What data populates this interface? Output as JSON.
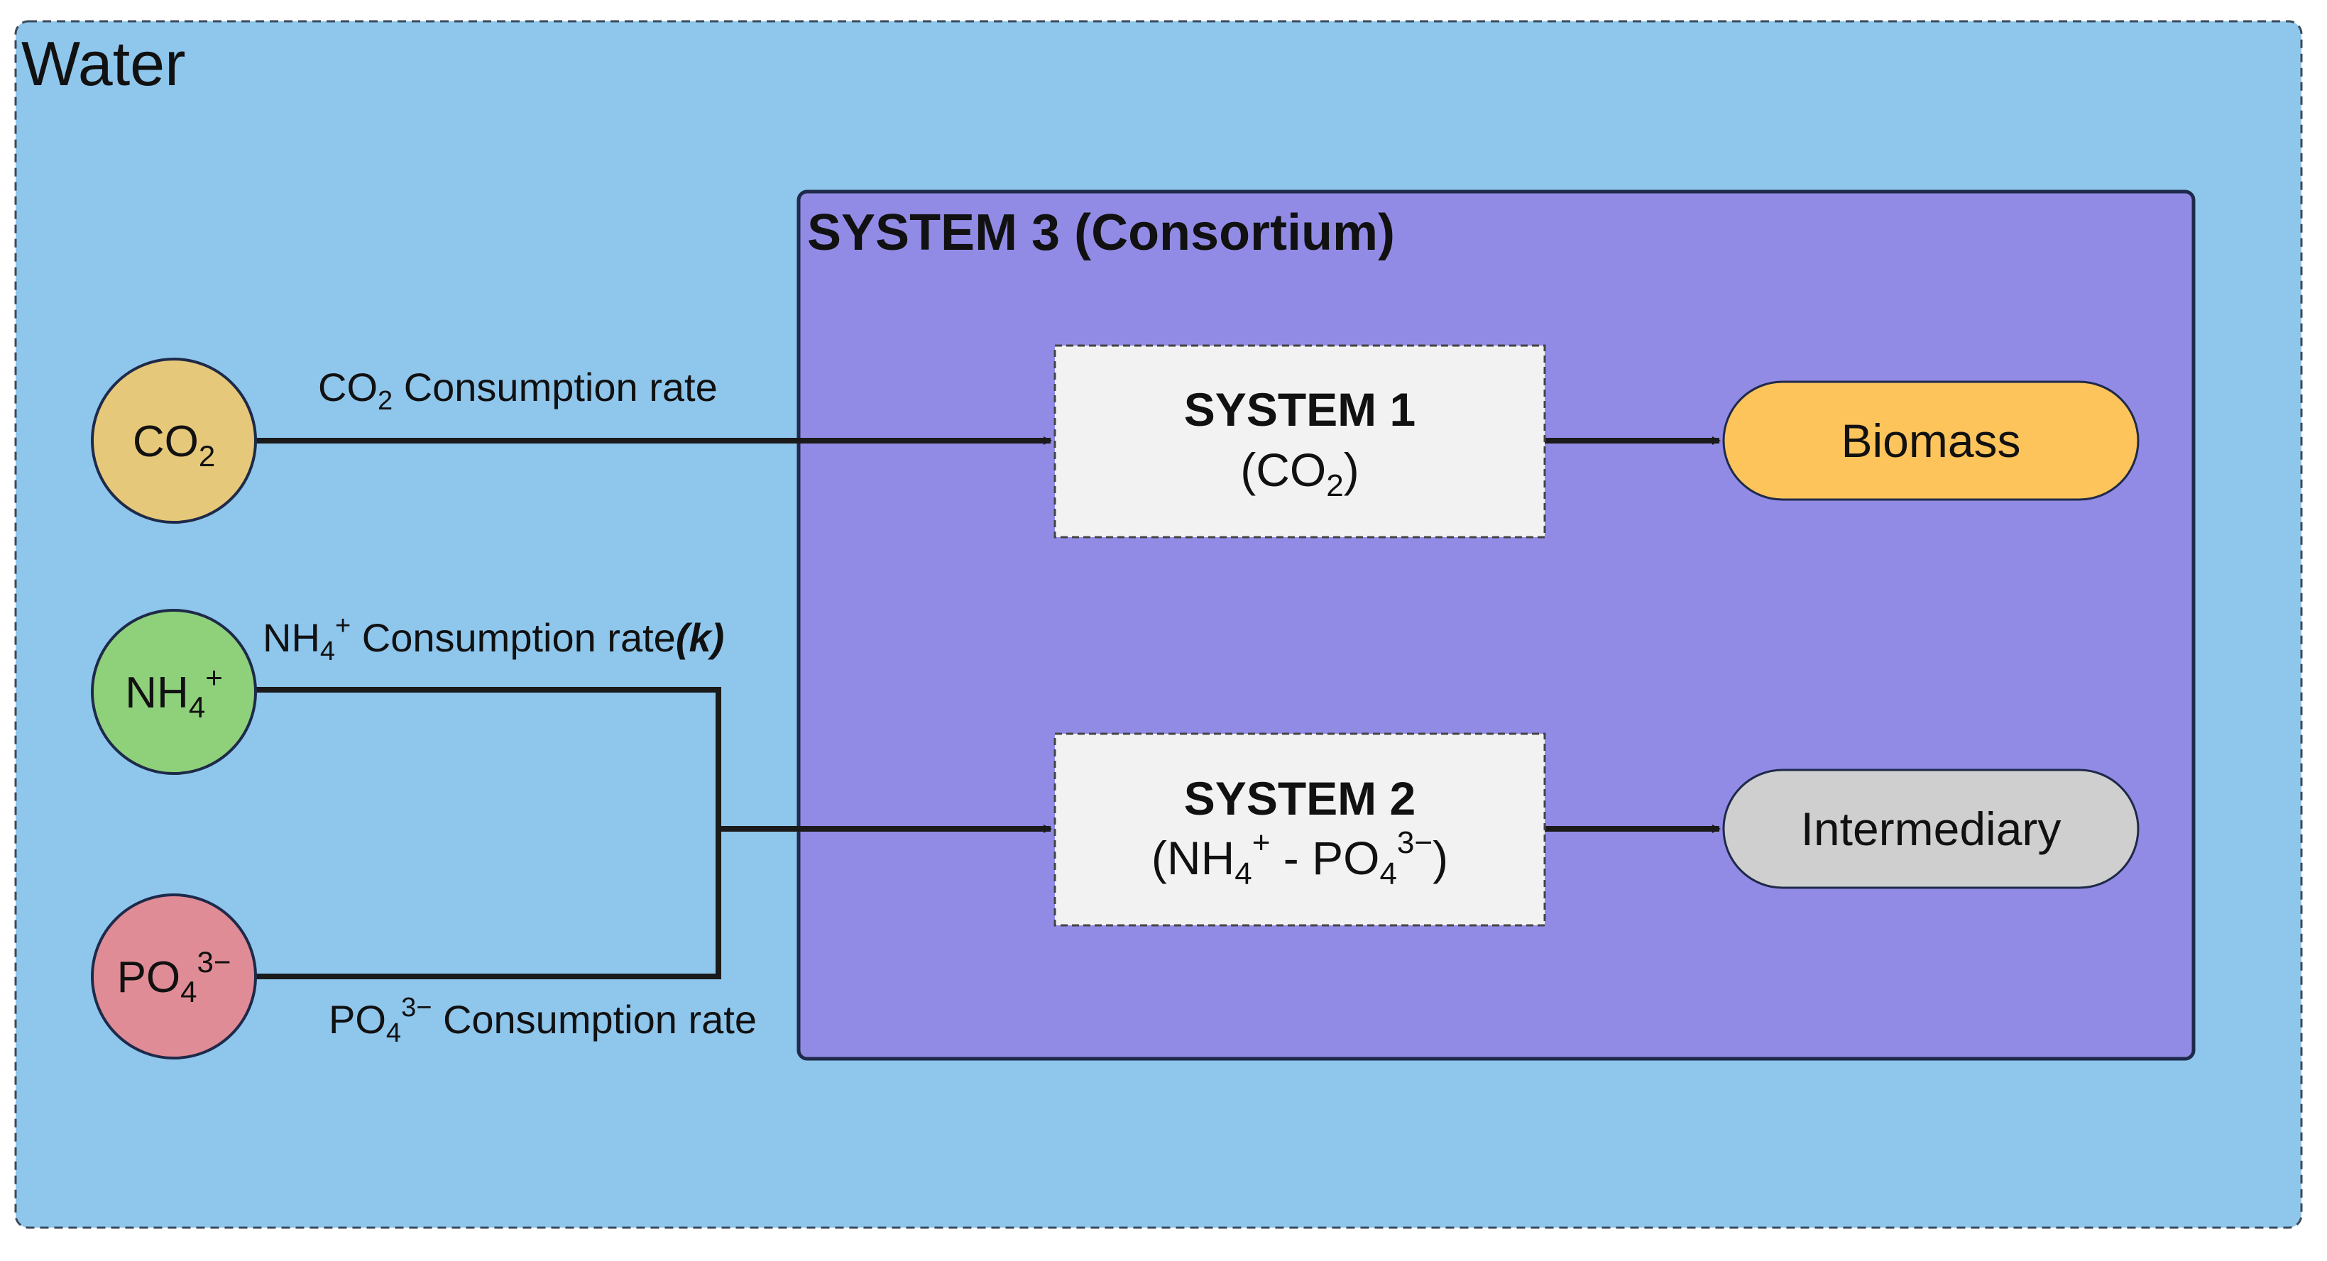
{
  "colors": {
    "water_bg": "#8fc6ec",
    "system3_bg": "#928be6",
    "system_box_bg": "#f2f2f2",
    "co2": "#e6c87a",
    "nh4": "#8fd17b",
    "po4": "#e08c96",
    "biomass": "#fdc45c",
    "intermediary": "#cfcfcf",
    "line": "#1a1a1a"
  },
  "water": {
    "label": "Water"
  },
  "system3": {
    "label": "SYSTEM 3 (Consortium)"
  },
  "system1": {
    "title": "SYSTEM 1",
    "sub_open": "(CO",
    "sub_sub": "2",
    "sub_close": ")"
  },
  "system2": {
    "title": "SYSTEM 2",
    "sub_a": "(NH",
    "sub_a_sub": "4",
    "sub_a_sup": "+",
    "sub_mid": " - PO",
    "sub_b_sub": "4",
    "sub_b_sup": "3−",
    "sub_close": ")"
  },
  "nodes": {
    "co2": {
      "base": "CO",
      "sub": "2"
    },
    "nh4": {
      "base": "NH",
      "sub": "4",
      "sup": "+"
    },
    "po4": {
      "base": "PO",
      "sub": "4",
      "sup": "3−"
    }
  },
  "rates": {
    "co2": {
      "base": "CO",
      "sub": "2",
      "rest": " Consumption rate"
    },
    "nh4": {
      "base": "NH",
      "sub": "4",
      "sup": "+",
      "rest": " Consumption rate",
      "k": "(k)"
    },
    "po4": {
      "base": "PO",
      "sub": "4",
      "sup": "3−",
      "rest": " Consumption rate"
    }
  },
  "outputs": {
    "biomass": "Biomass",
    "intermediary": "Intermediary"
  }
}
